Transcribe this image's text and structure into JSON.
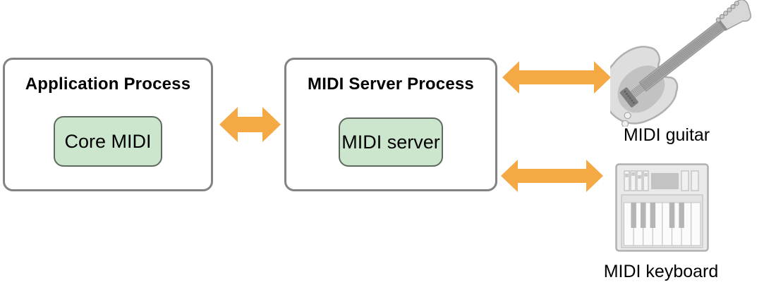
{
  "colors": {
    "arrow": "#F5A945",
    "box_border": "#838383",
    "module_fill": "#CCE5CD",
    "module_border": "#5F6A5F",
    "device_fill": "#DEDEDE",
    "device_stroke": "#B0B0B0",
    "text": "#000000"
  },
  "processes": [
    {
      "title": "Application Process",
      "module": "Core MIDI"
    },
    {
      "title": "MIDI Server Process",
      "module": "MIDI server"
    }
  ],
  "devices": [
    {
      "label": "MIDI guitar",
      "icon": "electric-guitar-icon"
    },
    {
      "label": "MIDI keyboard",
      "icon": "midi-keyboard-icon"
    }
  ],
  "arrows": [
    {
      "name": "app-to-server-link",
      "direction": "bidirectional"
    },
    {
      "name": "server-to-guitar-link",
      "direction": "bidirectional"
    },
    {
      "name": "server-to-keyboard-link",
      "direction": "bidirectional"
    }
  ]
}
